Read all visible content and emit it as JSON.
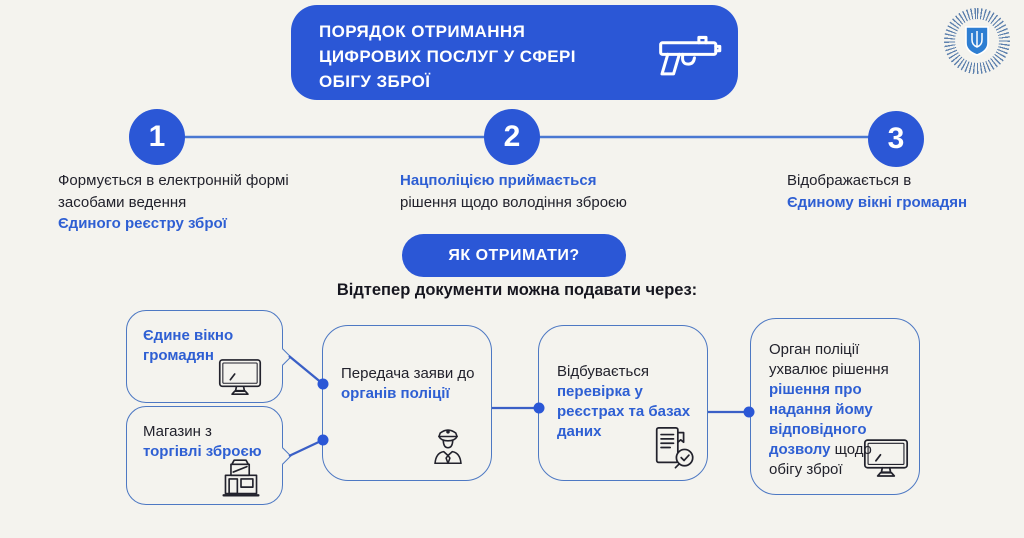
{
  "title": {
    "lines": [
      "ПОРЯДОК ОТРИМАННЯ",
      "ЦИФРОВИХ ПОСЛУГ У СФЕРІ",
      "ОБІГУ ЗБРОЇ"
    ]
  },
  "steps": [
    {
      "number": "1",
      "seg_dark": "Формується в електронній формі засобами ведення",
      "seg_blue": "Єдиного реєстру зброї"
    },
    {
      "number": "2",
      "seg_blue": "Нацполіцією приймається",
      "seg_dark": "рішення щодо володіння зброєю"
    },
    {
      "number": "3",
      "seg_dark": "Відображається в",
      "seg_blue": "Єдиному вікні громадян"
    }
  ],
  "cta_button": "ЯК ОТРИМАТИ?",
  "flow": {
    "heading": "Відтепер документи можна подавати через:",
    "source_boxes": [
      {
        "seg_blue": "Єдине вікно громадян",
        "icon": "monitor-icon"
      },
      {
        "seg_dark": "Магазин з ",
        "seg_blue": "торгівлі зброєю",
        "icon": "store-icon"
      }
    ],
    "process_boxes": [
      {
        "seg_dark": "Передача заяви до ",
        "seg_blue": "органів поліції",
        "icon": "police-officer-icon"
      },
      {
        "seg_dark": "Відбувається ",
        "seg_blue": "перевірка у реєстрах та базах даних",
        "icon": "document-check-icon"
      },
      {
        "seg_dark1": "Орган поліції ухвалює рішення ",
        "seg_blue": "рішення про надання йому відповідного дозволу ",
        "seg_dark2": "щодо обігу зброї",
        "icon": "monitor-icon"
      }
    ]
  },
  "icons": {
    "title_icon": "pistol-icon",
    "logo": "mvs-ukraine-emblem"
  },
  "colors": {
    "background": "#f4f3ee",
    "primary_blue": "#2b57d6",
    "accent_text_blue": "#2e5fd3",
    "text_dark": "#22222c",
    "box_border": "#4d78c3"
  }
}
